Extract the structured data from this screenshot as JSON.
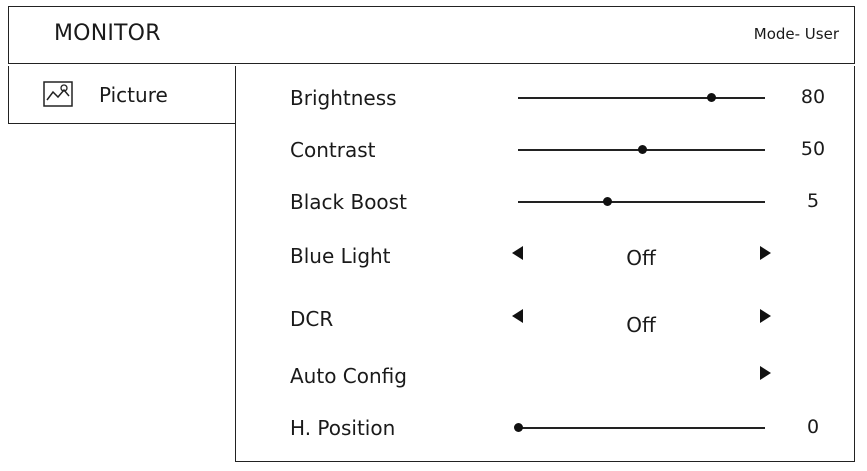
{
  "header": {
    "title": "MONITOR",
    "mode": "Mode- User"
  },
  "sidebar": {
    "items": [
      {
        "label": "Picture",
        "icon": "picture-icon"
      }
    ]
  },
  "settings": [
    {
      "name": "Brightness",
      "type": "slider",
      "value": "80",
      "level": 0.78
    },
    {
      "name": "Contrast",
      "type": "slider",
      "value": "50",
      "level": 0.5
    },
    {
      "name": "Black Boost",
      "type": "slider",
      "value": "5",
      "level": 0.36
    },
    {
      "name": "Blue Light",
      "type": "option",
      "value": "Off"
    },
    {
      "name": "DCR",
      "type": "option",
      "value": "Off"
    },
    {
      "name": "Auto Config",
      "type": "action"
    },
    {
      "name": "H. Position",
      "type": "slider",
      "value": "0",
      "level": 0.0
    }
  ]
}
